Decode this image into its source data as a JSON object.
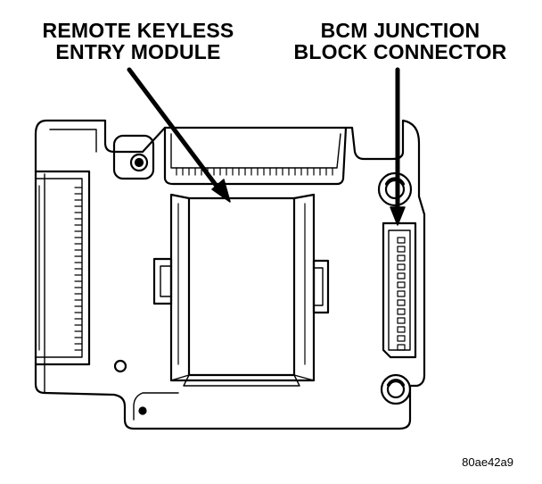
{
  "labels": {
    "rke_line1": "REMOTE KEYLESS",
    "rke_line2": "ENTRY MODULE",
    "bcm_line1": "BCM JUNCTION",
    "bcm_line2": "BLOCK CONNECTOR"
  },
  "figure_id": "80ae42a9"
}
